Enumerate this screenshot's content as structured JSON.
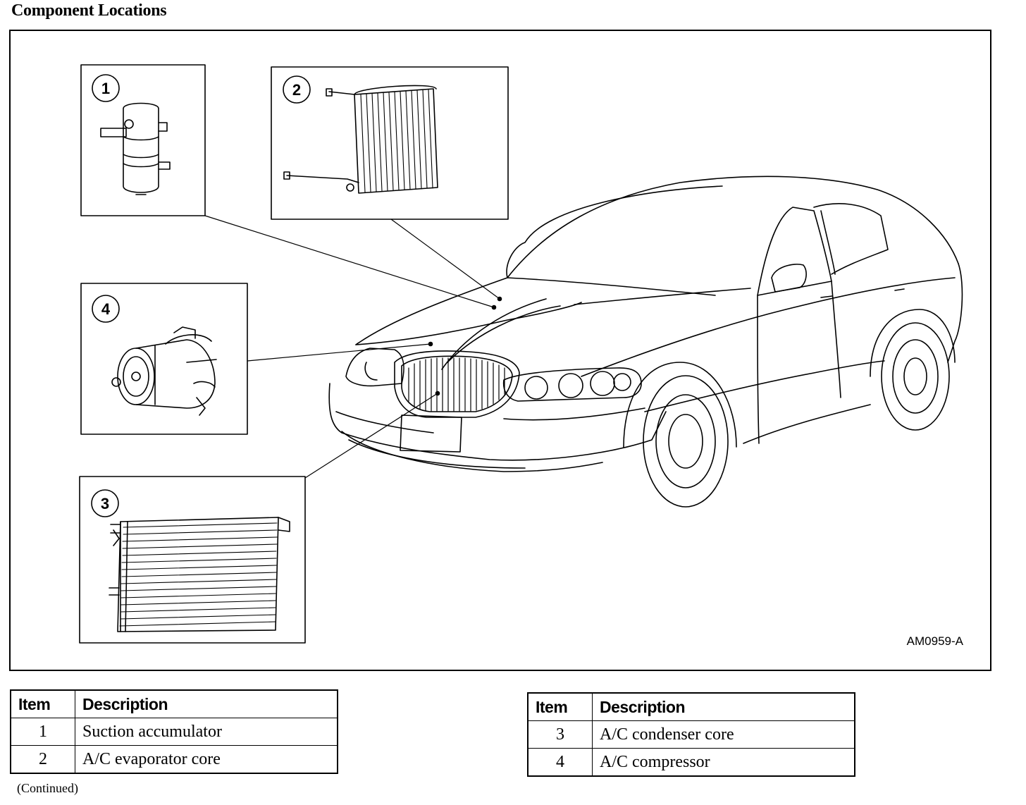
{
  "header": {
    "title": "Component Locations"
  },
  "figure": {
    "code": "AM0959-A",
    "callouts": [
      "1",
      "2",
      "3",
      "4"
    ]
  },
  "legend": {
    "headers": {
      "item": "Item",
      "description": "Description"
    },
    "left": [
      {
        "item": "1",
        "description": "Suction accumulator"
      },
      {
        "item": "2",
        "description": "A/C evaporator core"
      }
    ],
    "right": [
      {
        "item": "3",
        "description": "A/C condenser core"
      },
      {
        "item": "4",
        "description": "A/C compressor"
      }
    ]
  },
  "footer": {
    "continued": "(Continued)"
  }
}
